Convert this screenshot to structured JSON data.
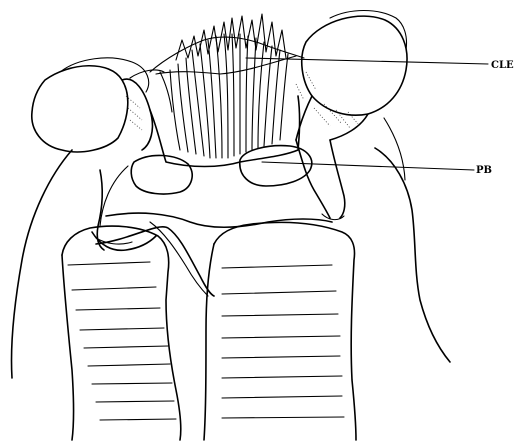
{
  "figure": {
    "labels": [
      {
        "id": "cle",
        "text": "CLE"
      },
      {
        "id": "pb",
        "text": "PB"
      }
    ]
  }
}
